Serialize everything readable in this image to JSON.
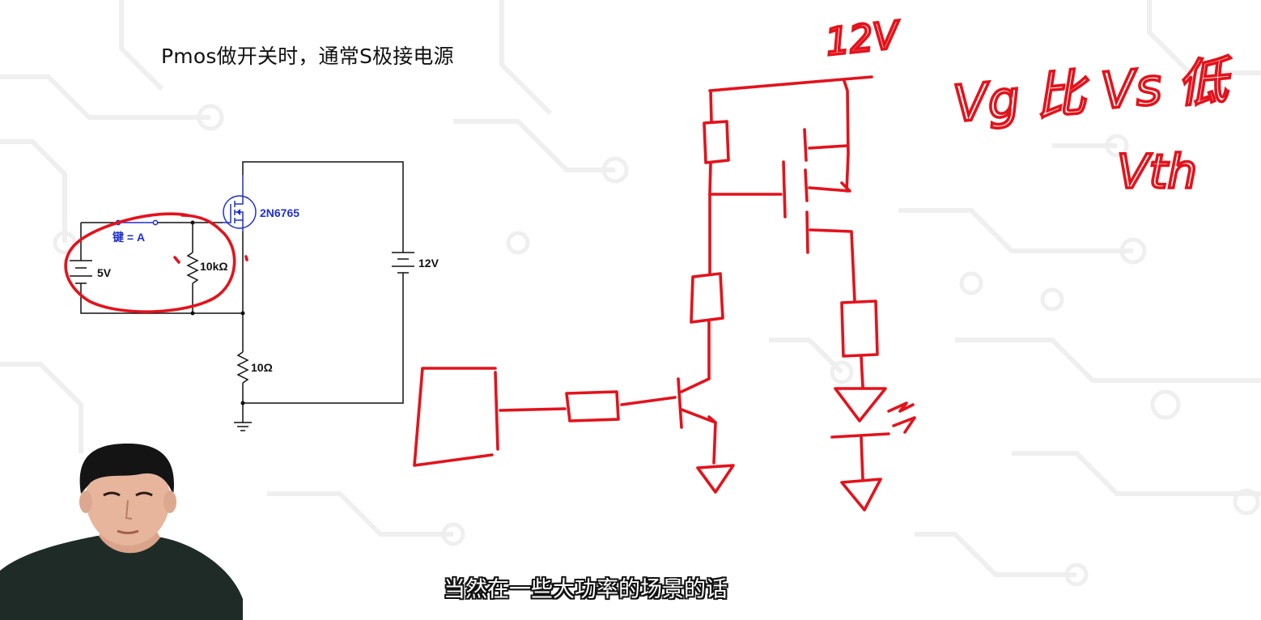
{
  "heading": "Pmos做开关时，通常S极接电源",
  "subtitle": "当然在一些大功率的场景的话",
  "schematic": {
    "mosfet_label": "2N6765",
    "key_label": "键 = A",
    "battery_left_label": "5V",
    "resistor_gate_label": "10kΩ",
    "resistor_load_label": "10Ω",
    "battery_right_label": "12V"
  },
  "handwriting": {
    "supply": "12V",
    "note_line1": "Vg 比 Vs 低",
    "note_line2": "Vth"
  },
  "colors": {
    "ink": "#e4121b",
    "schematic_blue": "#1f2fd0",
    "wire": "#111111",
    "background_pattern": "#ececec"
  }
}
